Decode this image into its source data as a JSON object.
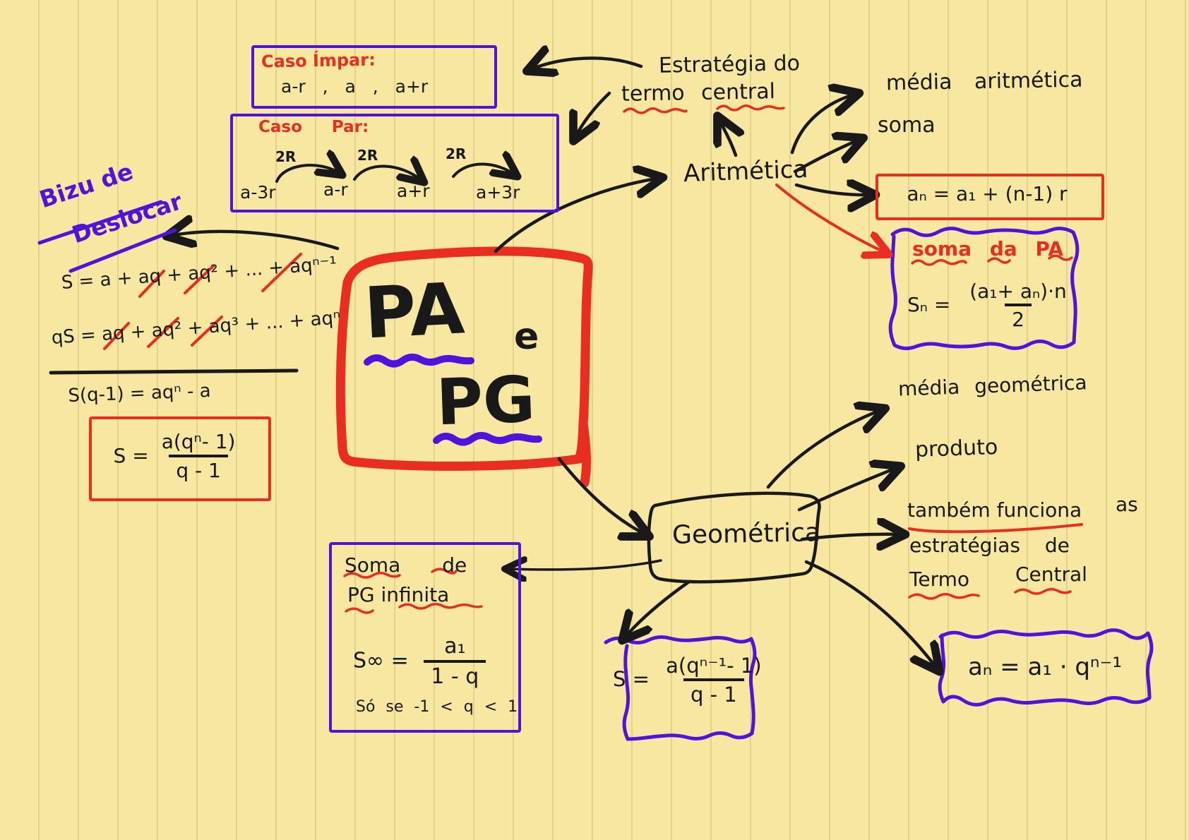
{
  "palette": {
    "paper": "#F7E7A0",
    "ink_black": "#191919",
    "ink_red": "#E92D22",
    "ink_purple": "#4E14DD"
  },
  "center": {
    "pa": "PA",
    "conj": "e",
    "pg": "PG"
  },
  "top": {
    "caso_impar_title": "Caso Ímpar:",
    "caso_impar_seq": "a-r , a , a+r",
    "caso_par_title": "Caso Par:",
    "jump_label": "2R",
    "par_terms": [
      "a-3r",
      "a-r",
      "a+r",
      "a+3r"
    ],
    "estrategia_line1": "Estratégia do",
    "estrategia_line2": "termo central"
  },
  "aritmetica": {
    "label": "Aritmética",
    "media": "média aritmética",
    "soma": "soma",
    "an_formula": "aₙ = a₁ + (n-1) r",
    "soma_pa_title": "soma da PA",
    "soma_pa_lhs": "Sₙ =",
    "soma_pa_num": "(a₁+ aₙ)·n",
    "soma_pa_den": "2"
  },
  "left": {
    "bizu_line1": "Bizu de",
    "bizu_line2": "Deslocar",
    "deriv_line1": "S = a + aq + aq² + ... + aqⁿ⁻¹",
    "deriv_line2": "qS = aq + aq² + aq³ + ... + aqⁿ",
    "deriv_line3": "S(q-1) = aqⁿ - a",
    "result_lhs": "S =",
    "result_num": "a(qⁿ- 1)",
    "result_den": "q - 1"
  },
  "geometrica": {
    "label": "Geométrica",
    "media": "média geométrica",
    "produto": "produto",
    "tambem_a": "também funciona",
    "tambem_as": "as",
    "tambem_b": "estratégias de",
    "termo": "Termo",
    "central": "Central",
    "s_lhs": "S =",
    "s_num": "a(qⁿ⁻¹- 1)",
    "s_den": "q - 1",
    "an_formula": "aₙ = a₁ · qⁿ⁻¹",
    "soma_inf_title1": "Soma de",
    "soma_inf_title2": "PG infinita",
    "soma_inf_lhs": "S∞ =",
    "soma_inf_num": "a₁",
    "soma_inf_den": "1 - q",
    "soma_inf_cond": "Só se -1 < q < 1"
  }
}
